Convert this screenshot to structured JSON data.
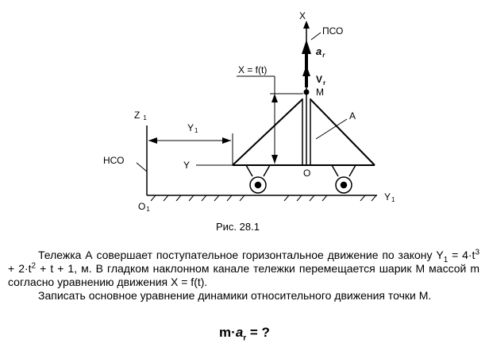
{
  "figure": {
    "axis_x": "X",
    "pso": "ПСО",
    "a_r": "a",
    "a_r_sub": "r",
    "v_r": "V",
    "v_r_sub": "r",
    "m_label": "M",
    "x_eq": "X = f(t)",
    "a_label": "A",
    "z1": "Z",
    "z1_sub": "1",
    "y1_dim": "Y",
    "y1_dim_sub": "1",
    "nso": "НСО",
    "y_label": "Y",
    "o_label": "O",
    "o1": "O",
    "o1_sub": "1",
    "y1_axis": "Y",
    "y1_axis_sub": "1",
    "caption": "Рис. 28.1"
  },
  "problem": {
    "p1_a": "Тележка А совершает поступательное горизонтальное движение по закону Y",
    "p1_sub1": "1",
    "p1_b": " = 4·t",
    "p1_sup3": "3",
    "p1_c": " + 2·t",
    "p1_sup2": "2",
    "p1_d": " + t + 1, м. В гладком наклонном канале тележки перемещается шарик М массой m согласно уравнению движения X = f(t).",
    "p2": "Записать основное уравнение динамики относительного движения точки М."
  },
  "question": {
    "m_dot": "m·",
    "a": "a",
    "a_sub": "r",
    "rest": " = ?"
  }
}
